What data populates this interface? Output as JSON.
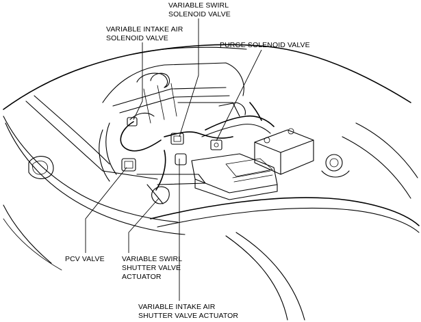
{
  "labels": {
    "swirl_solenoid": [
      "VARIABLE SWIRL",
      "SOLENOID VALVE"
    ],
    "intake_air_solenoid": [
      "VARIABLE INTAKE AIR",
      "SOLENOID VALVE"
    ],
    "purge_solenoid": [
      "PURGE SOLENOID VALVE"
    ],
    "pcv_valve": [
      "PCV VALVE"
    ],
    "swirl_shutter": [
      "VARIABLE SWIRL",
      "SHUTTER VALVE",
      "ACTUATOR"
    ],
    "intake_shutter": [
      "VARIABLE INTAKE AIR",
      "SHUTTER VALVE ACTUATOR"
    ]
  }
}
